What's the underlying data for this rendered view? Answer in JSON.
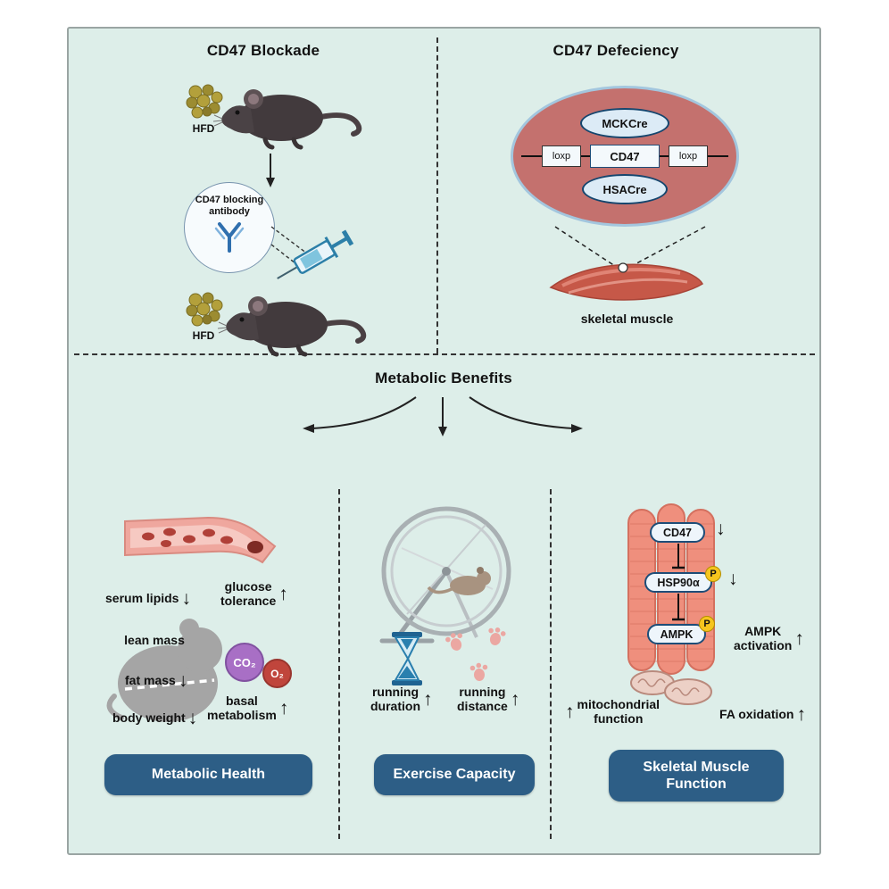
{
  "colors": {
    "background": "#ddeee9",
    "button": "#2d5e86",
    "cell_red": "#c4716e",
    "accent_blue": "#a3c6de",
    "phospho_yellow": "#f6c51e"
  },
  "blockade": {
    "title": "CD47 Blockade",
    "hfd_top": "HFD",
    "hfd_bottom": "HFD",
    "antibody_line1": "CD47 blocking",
    "antibody_line2": "antibody"
  },
  "deficiency": {
    "title": "CD47 Defeciency",
    "mckcre": "MCKCre",
    "cd47": "CD47",
    "loxp_left": "loxp",
    "loxp_right": "loxp",
    "hsacre": "HSACre",
    "muscle_label": "skeletal muscle"
  },
  "benefits": {
    "title": "Metabolic Benefits"
  },
  "metabolic_health": {
    "serum_lipids": "serum lipids",
    "glucose_line1": "glucose",
    "glucose_line2": "tolerance",
    "lean_mass": "lean mass",
    "fat_mass": "fat mass",
    "body_weight": "body weight",
    "co2": "CO₂",
    "o2": "O₂",
    "basal_line1": "basal",
    "basal_line2": "metabolism",
    "button": "Metabolic Health"
  },
  "exercise": {
    "duration_line1": "running",
    "duration_line2": "duration",
    "distance_line1": "running",
    "distance_line2": "distance",
    "button": "Exercise Capacity"
  },
  "muscle_function": {
    "cd47": "CD47",
    "hsp90a": "HSP90α",
    "ampk": "AMPK",
    "p_hsp90": "P",
    "p_ampk": "P",
    "ampk_line1": "AMPK",
    "ampk_line2": "activation",
    "mito_line1": "mitochondrial",
    "mito_line2": "function",
    "fa_oxidation": "FA oxidation",
    "button_line1": "Skeletal Muscle",
    "button_line2": "Function"
  },
  "glyphs": {
    "up": "↑",
    "down": "↓"
  }
}
